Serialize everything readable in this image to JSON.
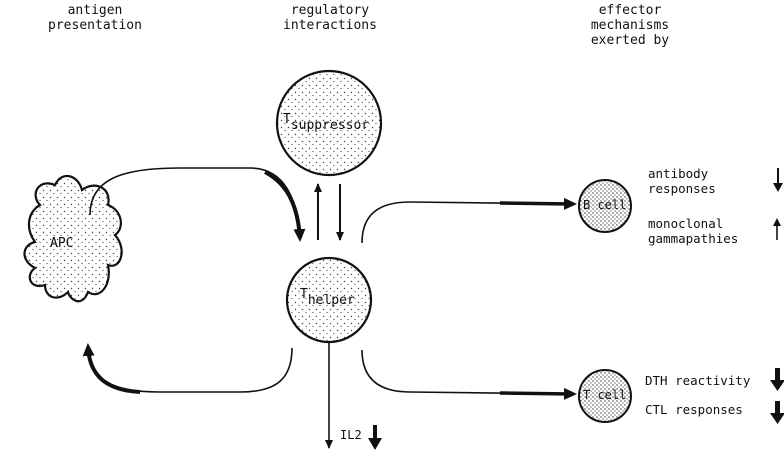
{
  "headers": {
    "antigen_presentation": "antigen\npresentation",
    "regulatory_interactions": "regulatory\ninteractions",
    "effector_mechanisms": "effector\nmechanisms\nexerted by"
  },
  "cells": {
    "apc": "APC",
    "t_suppressor_main": "T",
    "t_suppressor_sub": "suppressor",
    "t_helper_main": "T",
    "t_helper_sub": "helper",
    "b_cell": "B cell",
    "t_cell": "T cell"
  },
  "effects": {
    "antibody_responses": "antibody\nresponses",
    "monoclonal_gammapathies": "monoclonal\ngammapathies",
    "dth_reactivity": "DTH reactivity",
    "ctl_responses": "CTL responses",
    "il2": "IL2"
  },
  "colors": {
    "ink": "#111111",
    "cell_fill": "#ffffff",
    "stipple": "#555555"
  }
}
